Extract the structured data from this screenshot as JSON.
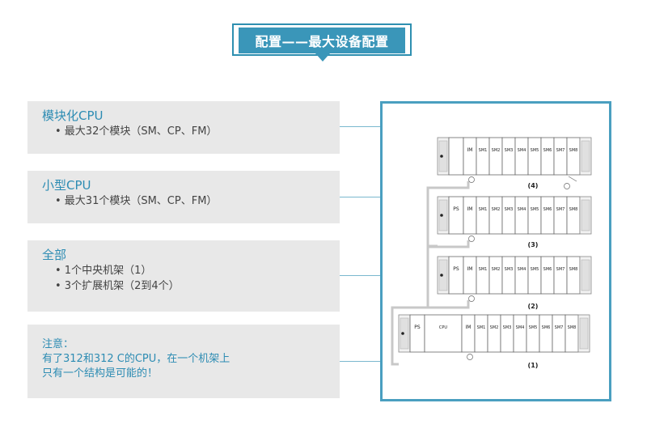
{
  "title": "配置——最大设备配置",
  "cards": [
    {
      "title": "模块化CPU",
      "bullets": [
        "• 最大32个模块（SM、CP、FM）"
      ]
    },
    {
      "title": "小型CPU",
      "bullets": [
        "• 最大31个模块（SM、CP、FM）"
      ]
    },
    {
      "title": "全部",
      "bullets": [
        "• 1个中央机架（1）",
        "• 3个扩展机架（2到4个）"
      ]
    }
  ],
  "note": {
    "lines": [
      "注意：",
      "有了312和312 C的CPU，在一个机架上",
      "只有一个结构是可能的！"
    ]
  },
  "diagram": {
    "racks": [
      {
        "label": "(4)",
        "modules": [
          "",
          "IM",
          "SM1",
          "SM2",
          "SM3",
          "SM4",
          "SM5",
          "SM6",
          "SM7",
          "SM8"
        ]
      },
      {
        "label": "(3)",
        "modules": [
          "PS",
          "IM",
          "SM1",
          "SM2",
          "SM3",
          "SM4",
          "SM5",
          "SM6",
          "SM7",
          "SM8"
        ]
      },
      {
        "label": "(2)",
        "modules": [
          "PS",
          "IM",
          "SM1",
          "SM2",
          "SM3",
          "SM4",
          "SM5",
          "SM6",
          "SM7",
          "SM8"
        ]
      },
      {
        "label": "(1)",
        "modules": [
          "PS",
          "CPU",
          "IM",
          "SM1",
          "SM2",
          "SM3",
          "SM4",
          "SM5",
          "SM6",
          "SM7",
          "SM8"
        ]
      }
    ]
  },
  "colors": {
    "accent": "#3a96b9",
    "card_bg": "#e8e8e8",
    "card_text": "#2d8cb3"
  }
}
